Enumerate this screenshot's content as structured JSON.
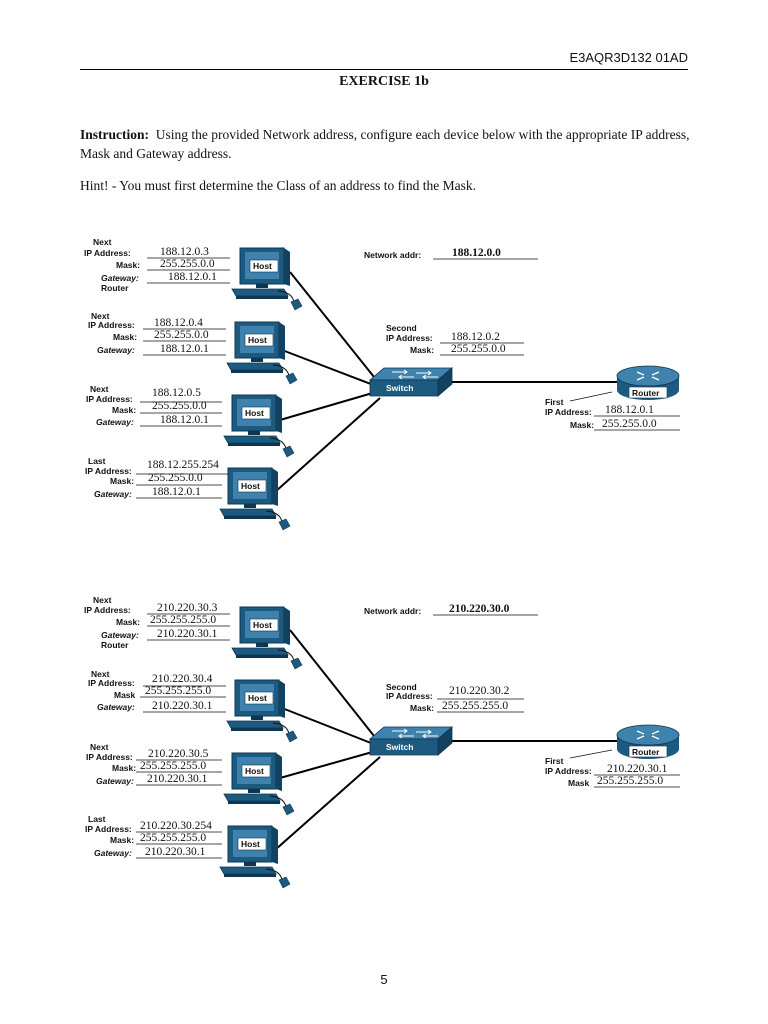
{
  "header": {
    "code": "E3AQR3D132 01AD"
  },
  "title": "EXERCISE 1b",
  "instruction": {
    "label": "Instruction:",
    "text": "Using the provided Network address, configure each device below with the appropriate IP address, Mask and Gateway address."
  },
  "hint": "Hint! - You must first determine the Class of an address to find the Mask.",
  "labels": {
    "next": "Next",
    "last": "Last",
    "first": "First",
    "second": "Second",
    "ip": "IP Address:",
    "mask": "Mask:",
    "mask_nocolon": "Mask",
    "gateway": "Gateway:",
    "router": "Router",
    "network": "Network addr:",
    "host": "Host",
    "switch": "Switch",
    "router_tag": "Router"
  },
  "diagram1": {
    "network": "188.12.0.0",
    "hosts": [
      {
        "ip": "188.12.0.3",
        "mask": "255.255.0.0",
        "gw": "188.12.0.1"
      },
      {
        "ip": "188.12.0.4",
        "mask": "255.255.0.0",
        "gw": "188.12.0.1"
      },
      {
        "ip": "188.12.0.5",
        "mask": "255.255.0.0",
        "gw": "188.12.0.1"
      },
      {
        "ip": "188.12.255.254",
        "mask": "255.255.0.0",
        "gw": "188.12.0.1"
      }
    ],
    "switch": {
      "ip": "188.12.0.2",
      "mask": "255.255.0.0"
    },
    "router": {
      "ip": "188.12.0.1",
      "mask": "255.255.0.0"
    }
  },
  "diagram2": {
    "network": "210.220.30.0",
    "hosts": [
      {
        "ip": "210.220.30.3",
        "mask": "255.255.255.0",
        "gw": "210.220.30.1"
      },
      {
        "ip": "210.220.30.4",
        "mask": "255.255.255.0",
        "gw": "210.220.30.1"
      },
      {
        "ip": "210.220.30.5",
        "mask": "255.255.255.0",
        "gw": "210.220.30.1"
      },
      {
        "ip": "210.220.30.254",
        "mask": "255.255.255.0",
        "gw": "210.220.30.1"
      }
    ],
    "switch": {
      "ip": "210.220.30.2",
      "mask": "255.255.255.0"
    },
    "router": {
      "ip": "210.220.30.1",
      "mask": "255.255.255.0"
    }
  },
  "page_number": "5"
}
